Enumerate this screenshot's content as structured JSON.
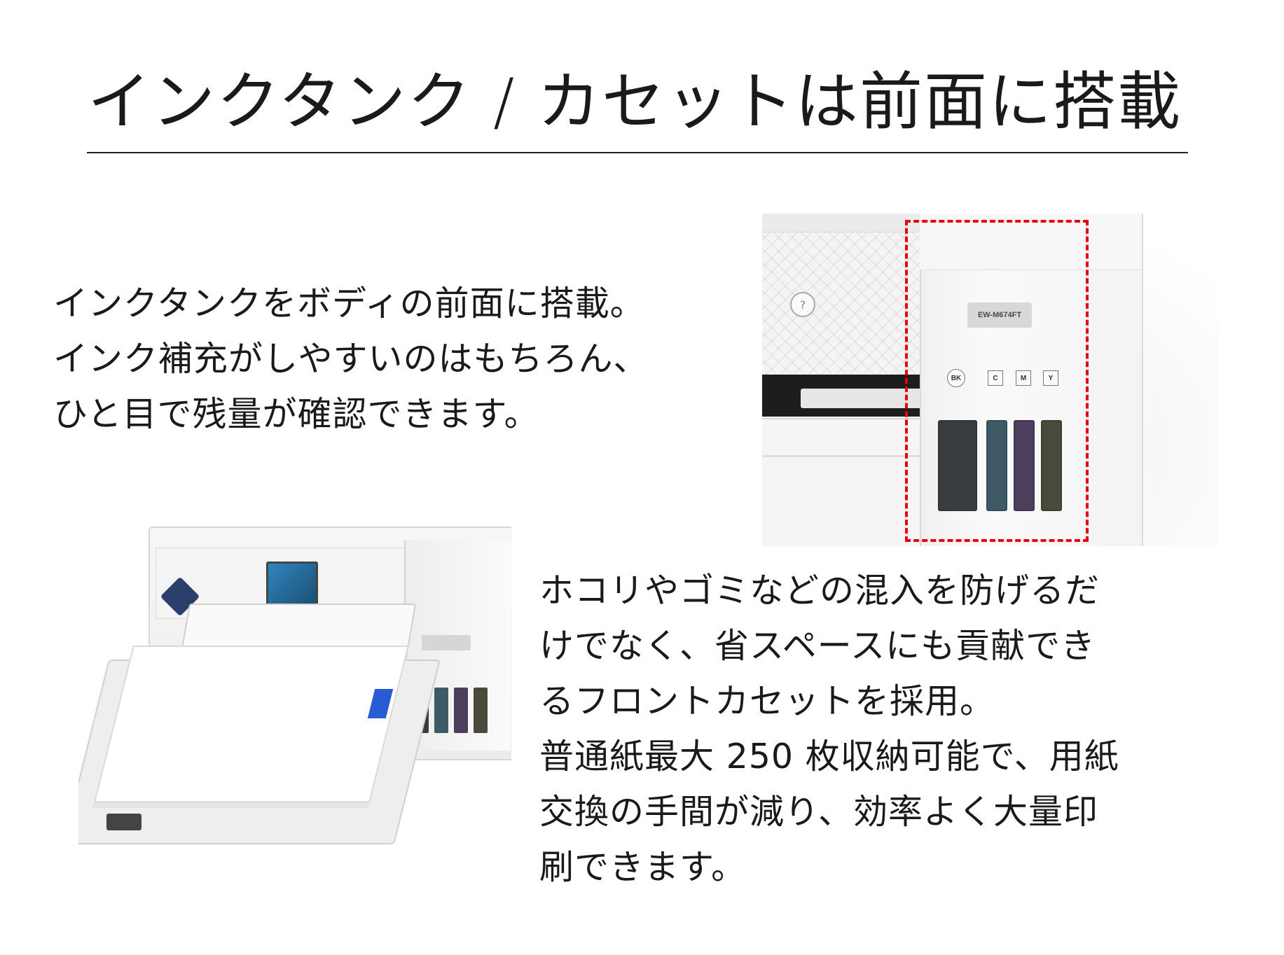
{
  "title": "インクタンク / カセットは前面に搭載",
  "section1": {
    "lines": [
      "インクタンクをボディの前面に搭載。",
      "インク補充がしやすいのはもちろん、",
      "ひと目で残量が確認できます。"
    ]
  },
  "section2": {
    "lines": [
      "ホコリやゴミなどの混入を防げるだ",
      "けでなく、省スペースにも貢献でき",
      "るフロントカセットを採用。",
      "普通紙最大 250 枚収納可能で、用紙",
      "交換の手間が減り、効率よく大量印",
      "刷できます。"
    ]
  },
  "photo1": {
    "model_label": "EW-M674FT",
    "help_icon": "?",
    "ink_labels": [
      "BK",
      "C",
      "M",
      "Y"
    ],
    "ink_colors": [
      "#3a3d40",
      "#3e5a66",
      "#4b3f5c",
      "#4a4a3a"
    ],
    "highlight_color": "#e60012"
  }
}
